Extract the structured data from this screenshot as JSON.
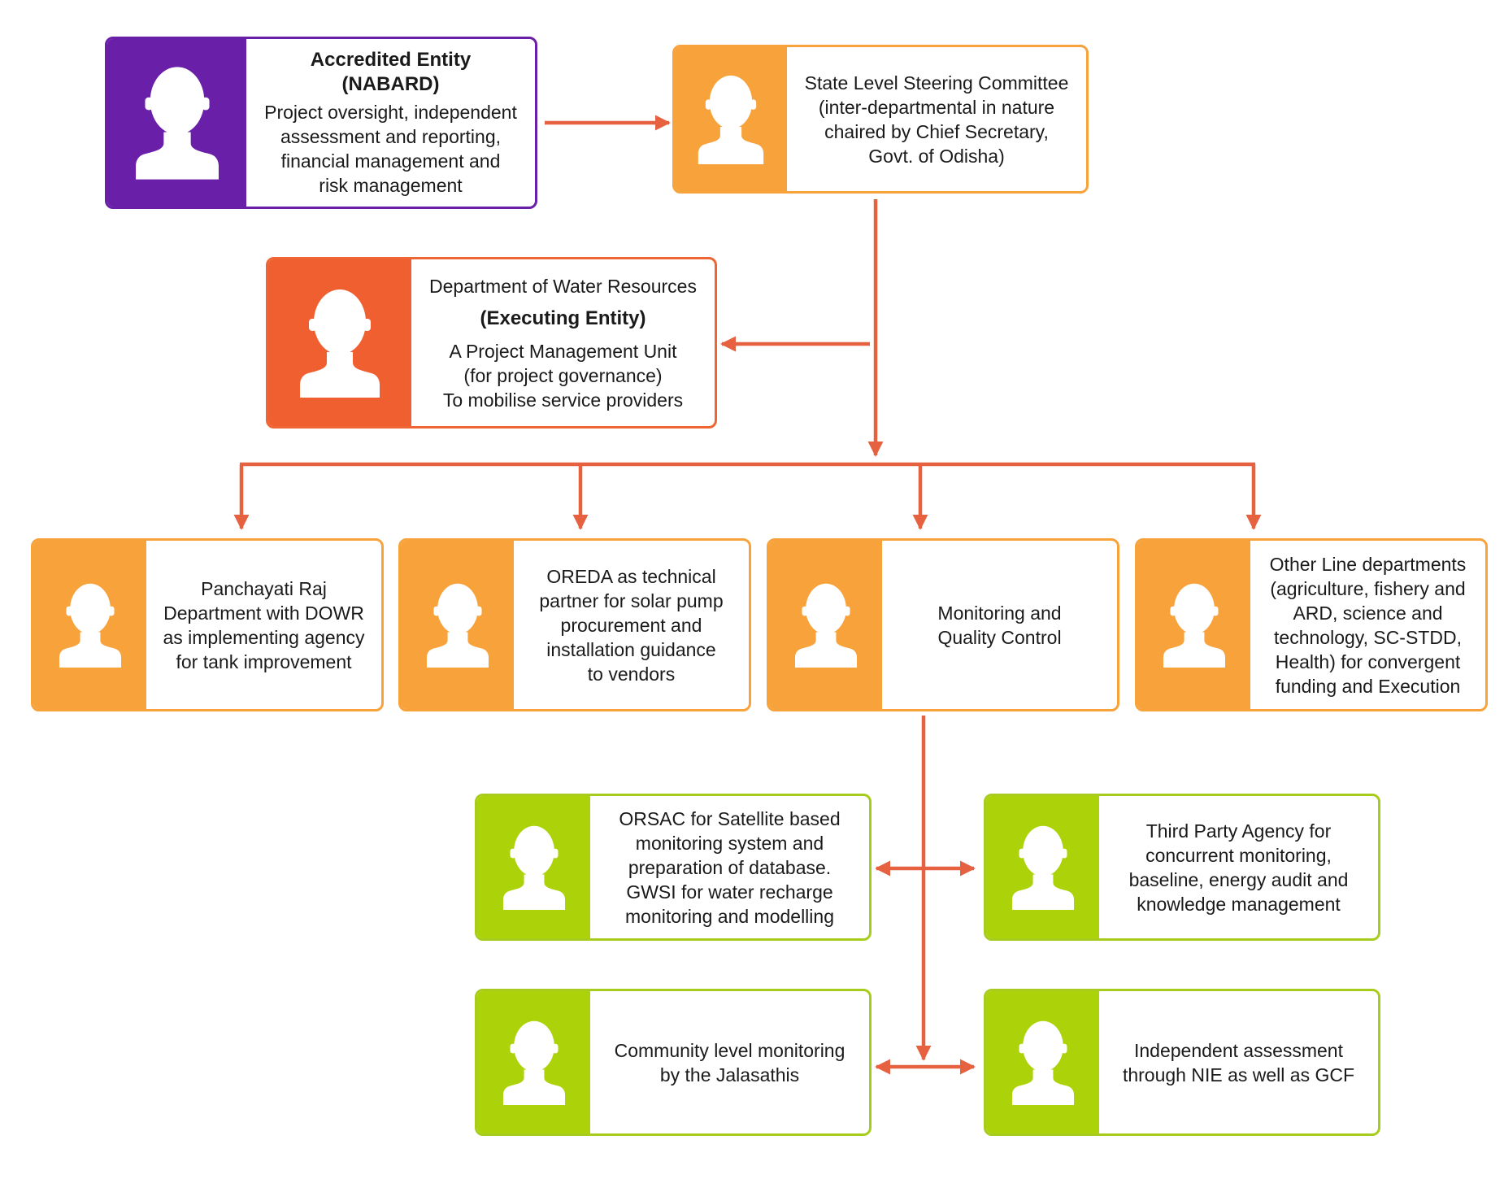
{
  "colors": {
    "purple": "#6a1fa8",
    "orange": "#f7a23b",
    "red": "#f05f2f",
    "green": "#acd20a",
    "arrow": "#e5613f"
  },
  "icon": "person-icon",
  "nodes": {
    "accredited_entity": {
      "title": "Accredited Entity",
      "subtitle": "(NABARD)",
      "lines": [
        "Project oversight, independent",
        "assessment and reporting,",
        "financial management and",
        "risk management"
      ]
    },
    "steering_committee": {
      "lines": [
        "State Level Steering Committee",
        "(inter-departmental in nature",
        "chaired by Chief Secretary,",
        "Govt. of Odisha)"
      ]
    },
    "dowr": {
      "title": "Department of Water Resources",
      "subtitle": "(Executing Entity)",
      "lines": [
        "A Project Management Unit",
        "(for project governance)",
        "To mobilise service providers"
      ]
    },
    "panchayati_raj": {
      "lines": [
        "Panchayati Raj",
        "Department with DOWR",
        "as implementing agency",
        "for tank improvement"
      ]
    },
    "oreda": {
      "lines": [
        "OREDA as technical",
        "partner for solar pump",
        "procurement and",
        "installation guidance",
        "to vendors"
      ]
    },
    "monitoring": {
      "lines": [
        "Monitoring and",
        "Quality Control"
      ]
    },
    "other_line": {
      "lines": [
        "Other Line departments",
        "(agriculture, fishery and",
        "ARD, science and",
        "technology, SC-STDD,",
        "Health) for convergent",
        "funding and Execution"
      ]
    },
    "orsac": {
      "lines": [
        "ORSAC for Satellite based",
        "monitoring system and",
        "preparation of database.",
        "GWSI for water recharge",
        "monitoring and modelling"
      ]
    },
    "third_party": {
      "lines": [
        "Third Party Agency for",
        "concurrent monitoring,",
        "baseline, energy audit and",
        "knowledge management"
      ]
    },
    "community": {
      "lines": [
        "Community level monitoring",
        "by the Jalasathis"
      ]
    },
    "independent": {
      "lines": [
        "Independent assessment",
        "through NIE as well as GCF"
      ]
    }
  }
}
